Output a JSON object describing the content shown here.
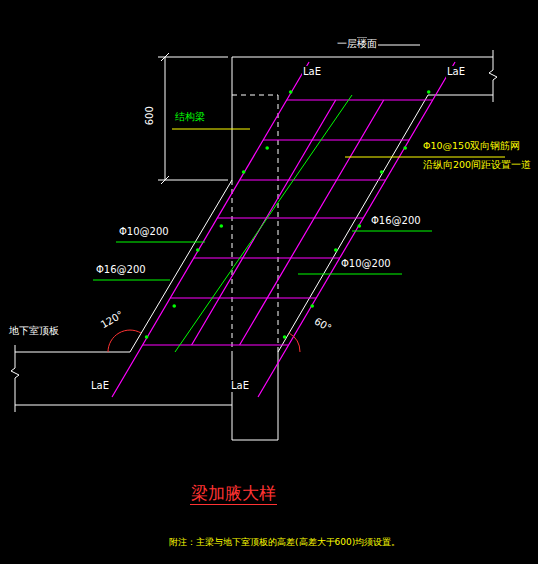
{
  "diagram": {
    "title": "梁加腋大样",
    "caption": "附注：主梁与地下室顶板的高差(高差大于600)均须设置。",
    "labels": [
      "一层楼面",
      "LaE",
      "LaE",
      "600",
      "结构梁",
      "Φ10@150双向钢筋网",
      "沿纵向200间距设置一道",
      "Φ16@200",
      "Φ10@200",
      "Φ10@200",
      "Φ16@200",
      "120°",
      "60°",
      "地下室顶板",
      "LaE",
      "LaE"
    ]
  }
}
